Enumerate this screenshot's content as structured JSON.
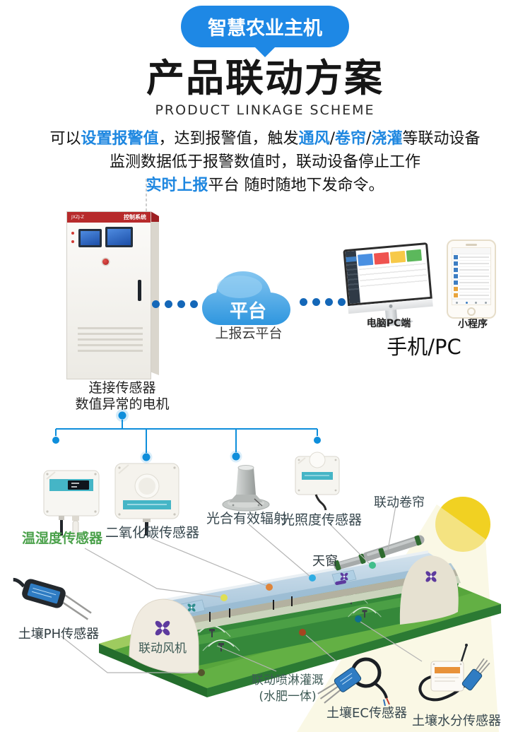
{
  "badge": {
    "label": "智慧农业主机"
  },
  "header": {
    "title": "产品联动方案",
    "subtitle": "PRODUCT LINKAGE SCHEME"
  },
  "intro": {
    "seg1": "可以",
    "seg2": "设置报警值",
    "seg3": "，达到报警值，触发",
    "seg4": "通风",
    "seg5": "/",
    "seg6": "卷帘",
    "seg7": "/",
    "seg8": "浇灌",
    "seg9": "等联动设备",
    "line2": "监测数据低于报警数值时，联动设备停止工作",
    "seg10": "实时上报",
    "seg11": "平台 随时随地下发命令。"
  },
  "cabinet": {
    "model": "JXZJ-Z",
    "panel_title": "控制系统",
    "caption_line1": "连接传感器",
    "caption_line2": "数值异常的电机"
  },
  "cloud": {
    "label": "平台",
    "caption": "上报云平台"
  },
  "terminals": {
    "pc_label": "电脑PC端",
    "phone_label": "小程序",
    "group_label": "手机/PC"
  },
  "sensors": {
    "temperature_humidity": "温湿度传感器",
    "co2": "二氧化碳传感器",
    "par": "光合有效辐射",
    "light": "光照度传感器"
  },
  "greenhouse": {
    "curtain": "联动卷帘",
    "skylight": "天窗",
    "fan": "联动风机",
    "spray_line1": "联动喷淋灌溉",
    "spray_line2": "(水肥一体)",
    "soil_ph": "土壤PH传感器",
    "soil_ec": "土壤EC传感器",
    "soil_moisture": "土壤水分传感器"
  },
  "palette": {
    "accent_blue": "#1E88E5",
    "tree_line_blue": "#0E8EDB",
    "connector_dot_blue": "#1467B8",
    "cabinet_red": "#B72A2B",
    "sun_yellow": "#F1D122",
    "sensor_dots": {
      "temperature_humidity": "#DFDF55",
      "co2": "#DF853B",
      "par": "#2FADE3",
      "light": "#41BE8B",
      "soil_moisture": "#0F6F8C",
      "soil_ec": "#A64420",
      "soil_ph": "#54552D"
    }
  }
}
